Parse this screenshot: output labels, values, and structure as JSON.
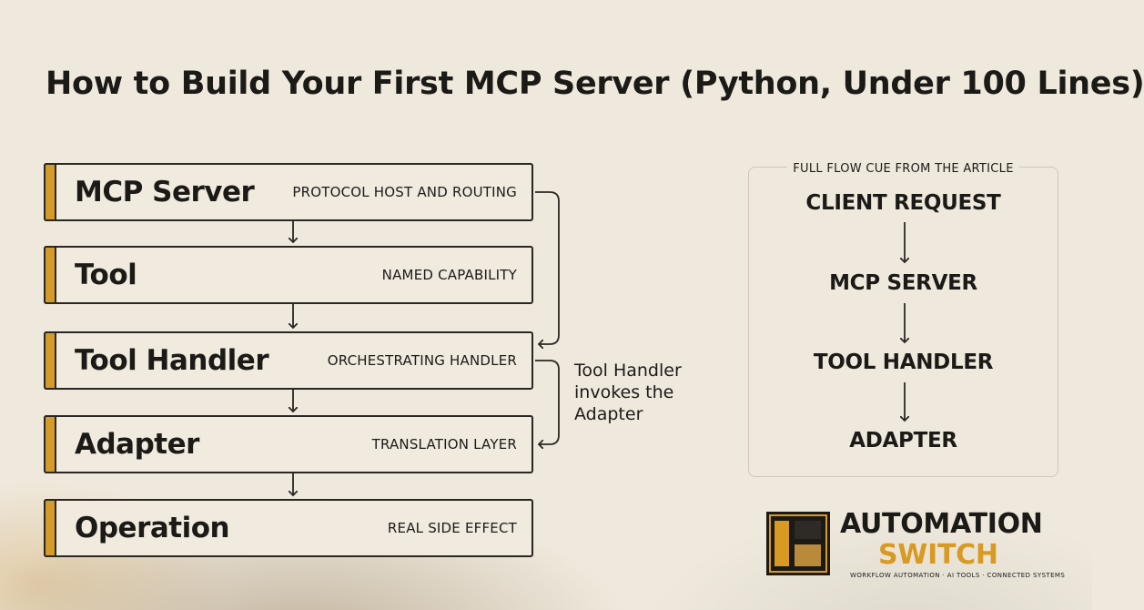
{
  "title": "How to Build Your First MCP Server (Python, Under 100 Lines)",
  "layers": [
    {
      "name": "MCP Server",
      "desc": "PROTOCOL HOST AND ROUTING"
    },
    {
      "name": "Tool",
      "desc": "NAMED CAPABILITY"
    },
    {
      "name": "Tool Handler",
      "desc": "ORCHESTRATING HANDLER"
    },
    {
      "name": "Adapter",
      "desc": "TRANSLATION LAYER"
    },
    {
      "name": "Operation",
      "desc": "REAL SIDE EFFECT"
    }
  ],
  "side_note": {
    "line1": "Tool Handler",
    "line2": "invokes the",
    "line3": "Adapter"
  },
  "flow_panel": {
    "title": "FULL FLOW CUE FROM THE ARTICLE",
    "steps": [
      "CLIENT REQUEST",
      "MCP SERVER",
      "TOOL HANDLER",
      "ADAPTER"
    ]
  },
  "brand": {
    "word1": "AUTOMATION",
    "word2": "SWITCH",
    "tagline": "WORKFLOW AUTOMATION  ·  AI TOOLS  ·  CONNECTED SYSTEMS"
  },
  "colors": {
    "background": "#efe9dd",
    "accent": "#d49a2a",
    "ink": "#1c1a17"
  }
}
